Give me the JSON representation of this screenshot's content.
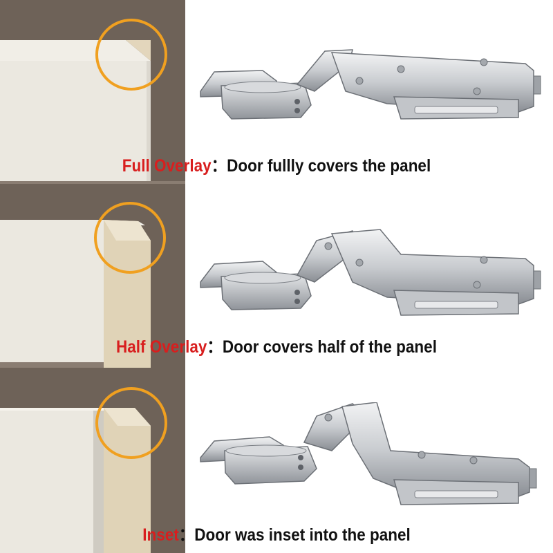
{
  "colors": {
    "wall": "#6e6258",
    "panel_face": "#ebe8e0",
    "panel_edge": "#ddd0b6",
    "circle": "#f0a020",
    "term_red": "#d81e1e",
    "text": "#111111",
    "steel_light": "#e2e4e6",
    "steel_mid": "#b7babe",
    "steel_dark": "#7c8086"
  },
  "sections": [
    {
      "term": "Full Overlay",
      "separator": "：",
      "description": "Door fullly covers the panel",
      "icon": "full-overlay-hinge-icon"
    },
    {
      "term": "Half Overlay",
      "separator": "：",
      "description": "Door covers half of the panel",
      "icon": "half-overlay-hinge-icon"
    },
    {
      "term": "Inset",
      "separator": "：",
      "description": "Door was inset into the panel",
      "icon": "inset-hinge-icon"
    }
  ]
}
